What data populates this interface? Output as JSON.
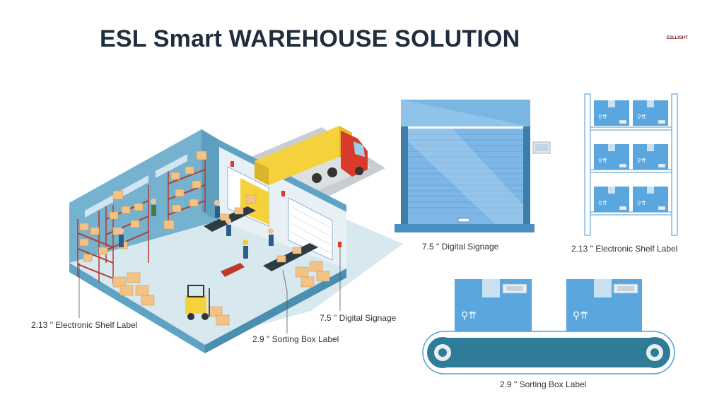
{
  "title": "ESL Smart WAREHOUSE SOLUTION",
  "logo_text": "ESLLIGHT",
  "captions": {
    "left_shelf_label": "2.13 \"  Electronic Shelf Label",
    "left_sorting_label": "2.9 \"  Sorting Box Label",
    "left_signage_label": "7.5 \"  Digital Signage",
    "door_signage_label": "7.5 \"  Digital Signage",
    "rack_shelf_label": "2.13 \"  Electronic Shelf Label",
    "conveyor_label": "2.9 \"  Sorting Box Label"
  },
  "colors": {
    "title": "#1f2d3d",
    "wall_blue": "#5fa3c4",
    "floor": "#d7e8ef",
    "box_blue": "#5aa6df",
    "door_blue": "#8fc3ea",
    "truck_yellow": "#f5d23c",
    "truck_red": "#d93a2b",
    "cardboard": "#f2c384",
    "conveyor_belt": "#2f7c98"
  }
}
